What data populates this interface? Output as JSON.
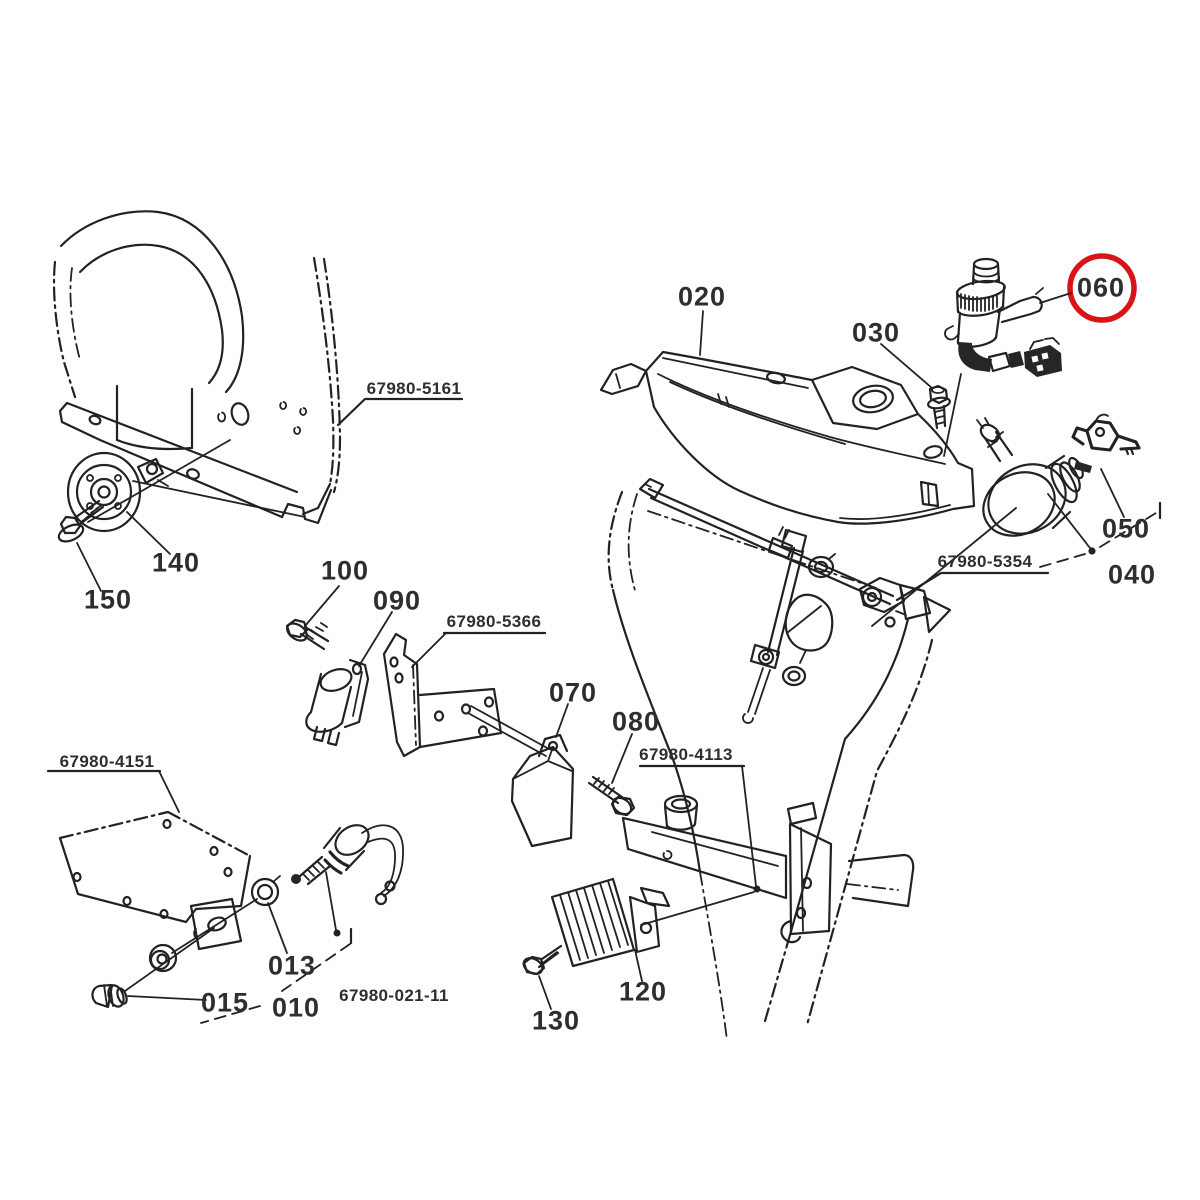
{
  "diagram": {
    "background": "#ffffff",
    "line_color": "#222222",
    "label_color": "#2e2e2e",
    "highlight": {
      "ref": "060",
      "color": "#d81418",
      "shape": "circle-outline"
    },
    "ref_labels": {
      "r010": {
        "text": "010"
      },
      "r013": {
        "text": "013"
      },
      "r015": {
        "text": "015"
      },
      "r020": {
        "text": "020"
      },
      "r030": {
        "text": "030"
      },
      "r040": {
        "text": "040"
      },
      "r050": {
        "text": "050"
      },
      "r060": {
        "text": "060"
      },
      "r070": {
        "text": "070"
      },
      "r080": {
        "text": "080"
      },
      "r090": {
        "text": "090"
      },
      "r100": {
        "text": "100"
      },
      "r120": {
        "text": "120"
      },
      "r130": {
        "text": "130"
      },
      "r140": {
        "text": "140"
      },
      "r150": {
        "text": "150"
      }
    },
    "part_number_labels": {
      "pn5161": {
        "text": "67980-5161"
      },
      "pn5366": {
        "text": "67980-5366"
      },
      "pn5354": {
        "text": "67980-5354"
      },
      "pn4113": {
        "text": "67980-4113"
      },
      "pn4151": {
        "text": "67980-4151"
      },
      "pn02111": {
        "text": "67980-021-11"
      }
    }
  }
}
